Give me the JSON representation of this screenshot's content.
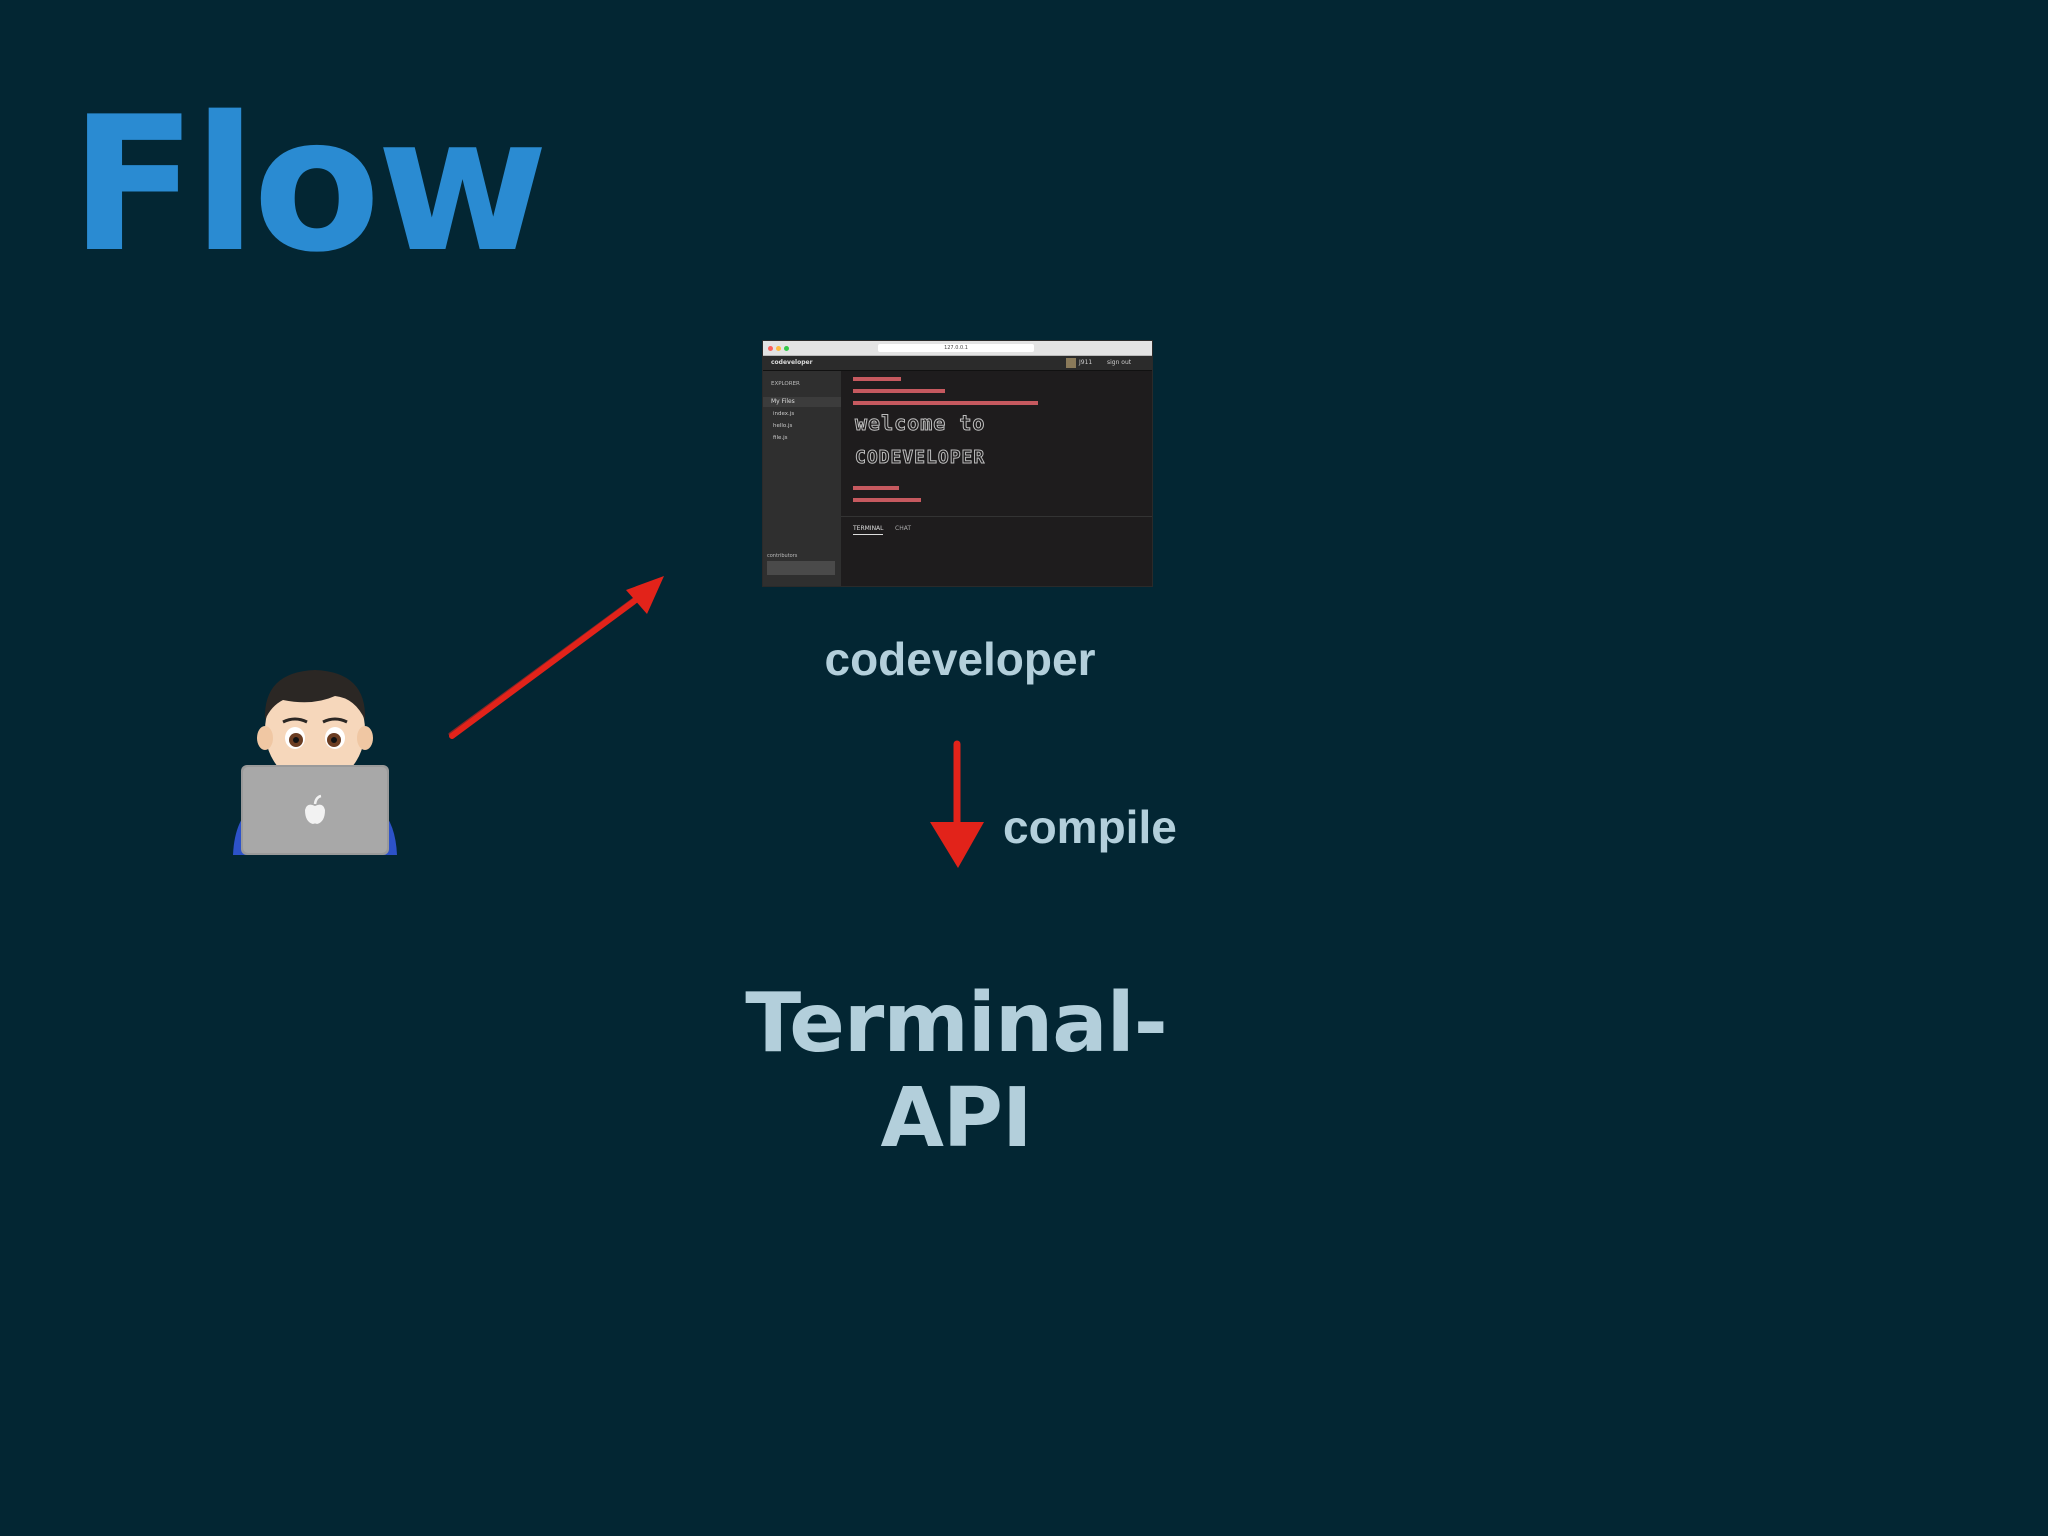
{
  "slide": {
    "title": "Flow",
    "title_color": "#2a8bd2",
    "background": "#032633",
    "text_color": "#b3cfdb",
    "arrow_color": "#e2231a"
  },
  "nodes": {
    "user": {
      "icon": "person-with-laptop-icon"
    },
    "codeveloper": {
      "label": "codeveloper"
    },
    "terminal_api": {
      "label": "Terminal-API"
    }
  },
  "edges": {
    "compile": {
      "label": "compile"
    }
  },
  "screenshot": {
    "url": "127.0.0.1",
    "app_name": "codeveloper",
    "user": "J911",
    "sign_out": "sign out",
    "explorer": "EXPLORER",
    "my_files": "My Files",
    "files": [
      "index.js",
      "hello.js",
      "file.js"
    ],
    "contributors": "contributors",
    "ascii_line1": "welcome to",
    "ascii_line2": "CODEVELOPER",
    "tab_terminal": "TERMINAL",
    "tab_chat": "CHAT"
  }
}
